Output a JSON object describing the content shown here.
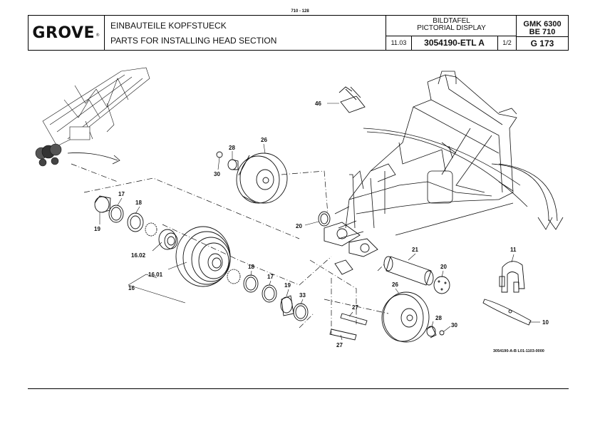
{
  "page_ref": "710 - 128",
  "header": {
    "logo_text": "GROVE",
    "logo_mark": "®",
    "title_de": "EINBAUTEILE KOPFSTUECK",
    "title_en": "PARTS FOR INSTALLING HEAD SECTION",
    "display_de": "BILDTAFEL",
    "display_en": "PICTORIAL DISPLAY",
    "date": "11.03",
    "doc_number": "3054190-ETL A",
    "sheet": "1/2",
    "model": "GMK 6300",
    "variant": "BE 710",
    "group": "G 173"
  },
  "drawing": {
    "drawing_id": "3054190-A-B L01-1103-0000",
    "callouts": {
      "c46": "46",
      "c28a": "28",
      "c26a": "26",
      "c30a": "30",
      "c17a": "17",
      "c18a": "18",
      "c19a": "19",
      "c20a": "20",
      "c1602": "16.02",
      "c1601": "16.01",
      "c16": "16",
      "c18b": "18",
      "c17b": "17",
      "c19b": "19",
      "c33": "33",
      "c27a": "27",
      "c27b": "27",
      "c21": "21",
      "c20b": "20",
      "c26b": "26",
      "c28b": "28",
      "c30b": "30",
      "c11": "11",
      "c10": "10"
    }
  },
  "colors": {
    "ink": "#111111",
    "paper": "#ffffff",
    "hatch": "#444444"
  }
}
